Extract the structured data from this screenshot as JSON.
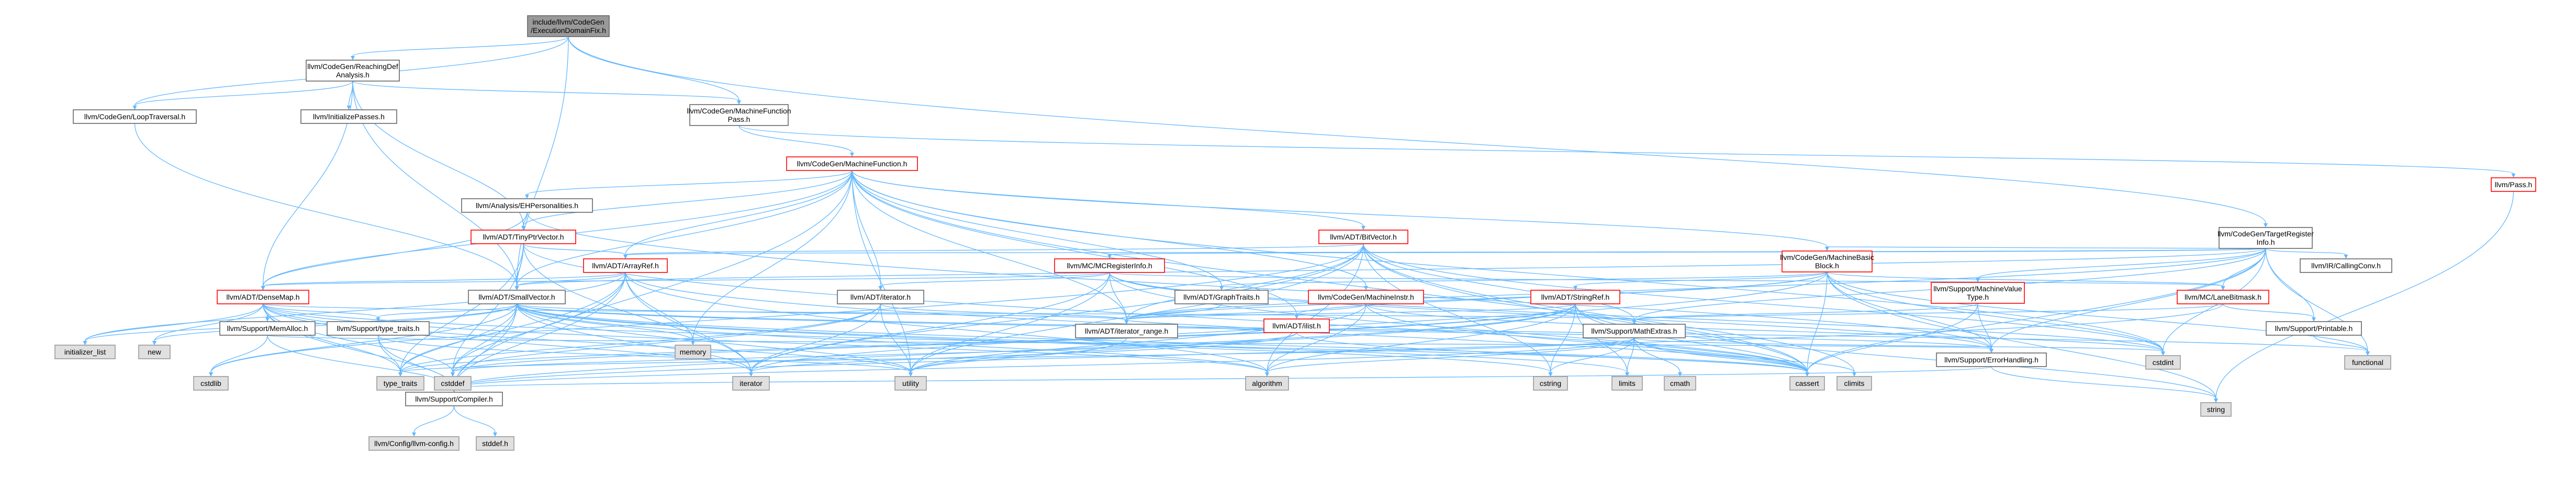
{
  "graph": {
    "colors": {
      "background": "#ffffff",
      "root_fill": "#999999",
      "header_fill": "#ffffff",
      "header_border": "#666666",
      "missing_border": "#ff0000",
      "system_fill": "#e0e0e0",
      "system_border": "#999999",
      "edge": "#63b8ff",
      "text": "#000000"
    },
    "nodes": [
      {
        "id": "root",
        "lines": [
          "include/llvm/CodeGen",
          "/ExecutionDomainFix.h"
        ],
        "style": "root"
      },
      {
        "id": "reachdef",
        "lines": [
          "llvm/CodeGen/ReachingDef",
          "Analysis.h"
        ],
        "style": "normal"
      },
      {
        "id": "looptrav",
        "lines": [
          "llvm/CodeGen/LoopTraversal.h"
        ],
        "style": "normal"
      },
      {
        "id": "initpasses",
        "lines": [
          "llvm/InitializePasses.h"
        ],
        "style": "normal"
      },
      {
        "id": "mfpass",
        "lines": [
          "llvm/CodeGen/MachineFunction",
          "Pass.h"
        ],
        "style": "normal"
      },
      {
        "id": "mf",
        "lines": [
          "llvm/CodeGen/MachineFunction.h"
        ],
        "style": "red"
      },
      {
        "id": "tri",
        "lines": [
          "llvm/CodeGen/TargetRegister",
          "Info.h"
        ],
        "style": "normal"
      },
      {
        "id": "pass",
        "lines": [
          "llvm/Pass.h"
        ],
        "style": "red"
      },
      {
        "id": "ehpers",
        "lines": [
          "llvm/Analysis/EHPersonalities.h"
        ],
        "style": "normal"
      },
      {
        "id": "tinyptr",
        "lines": [
          "llvm/ADT/TinyPtrVector.h"
        ],
        "style": "red"
      },
      {
        "id": "bitvector",
        "lines": [
          "llvm/ADT/BitVector.h"
        ],
        "style": "red"
      },
      {
        "id": "mcreginfo",
        "lines": [
          "llvm/MC/MCRegisterInfo.h"
        ],
        "style": "red"
      },
      {
        "id": "arrayref",
        "lines": [
          "llvm/ADT/ArrayRef.h"
        ],
        "style": "red"
      },
      {
        "id": "densemap",
        "lines": [
          "llvm/ADT/DenseMap.h"
        ],
        "style": "red"
      },
      {
        "id": "smallvector",
        "lines": [
          "llvm/ADT/SmallVector.h"
        ],
        "style": "normal"
      },
      {
        "id": "iterator",
        "lines": [
          "llvm/ADT/iterator.h"
        ],
        "style": "normal"
      },
      {
        "id": "graphtraits",
        "lines": [
          "llvm/ADT/GraphTraits.h"
        ],
        "style": "normal"
      },
      {
        "id": "ilist",
        "lines": [
          "llvm/ADT/ilist.h"
        ],
        "style": "red"
      },
      {
        "id": "machineinstr",
        "lines": [
          "llvm/CodeGen/MachineInstr.h"
        ],
        "style": "red"
      },
      {
        "id": "stringref",
        "lines": [
          "llvm/ADT/StringRef.h"
        ],
        "style": "red"
      },
      {
        "id": "mbb",
        "lines": [
          "llvm/CodeGen/MachineBasic",
          "Block.h"
        ],
        "style": "red"
      },
      {
        "id": "mvt",
        "lines": [
          "llvm/Support/MachineValue",
          "Type.h"
        ],
        "style": "red"
      },
      {
        "id": "lanebitmask",
        "lines": [
          "llvm/MC/LaneBitmask.h"
        ],
        "style": "red"
      },
      {
        "id": "callingconv",
        "lines": [
          "llvm/IR/CallingConv.h"
        ],
        "style": "normal"
      },
      {
        "id": "printable",
        "lines": [
          "llvm/Support/Printable.h"
        ],
        "style": "normal"
      },
      {
        "id": "memalloc",
        "lines": [
          "llvm/Support/MemAlloc.h"
        ],
        "style": "normal"
      },
      {
        "id": "typetraits_llvm",
        "lines": [
          "llvm/Support/type_traits.h"
        ],
        "style": "normal"
      },
      {
        "id": "iterrange",
        "lines": [
          "llvm/ADT/iterator_range.h"
        ],
        "style": "normal"
      },
      {
        "id": "mathextras",
        "lines": [
          "llvm/Support/MathExtras.h"
        ],
        "style": "normal"
      },
      {
        "id": "errhandling",
        "lines": [
          "llvm/Support/ErrorHandling.h"
        ],
        "style": "normal"
      },
      {
        "id": "compiler",
        "lines": [
          "llvm/Support/Compiler.h"
        ],
        "style": "normal"
      },
      {
        "id": "config",
        "lines": [
          "llvm/Config/llvm-config.h"
        ],
        "style": "system"
      },
      {
        "id": "stddef",
        "lines": [
          "stddef.h"
        ],
        "style": "system"
      },
      {
        "id": "initlist",
        "lines": [
          "initializer_list"
        ],
        "style": "system"
      },
      {
        "id": "new",
        "lines": [
          "new"
        ],
        "style": "system"
      },
      {
        "id": "cstdlib",
        "lines": [
          "cstdlib"
        ],
        "style": "system"
      },
      {
        "id": "type_traits",
        "lines": [
          "type_traits"
        ],
        "style": "system"
      },
      {
        "id": "cstddef",
        "lines": [
          "cstddef"
        ],
        "style": "system"
      },
      {
        "id": "memory",
        "lines": [
          "memory"
        ],
        "style": "system"
      },
      {
        "id": "iterator_sys",
        "lines": [
          "iterator"
        ],
        "style": "system"
      },
      {
        "id": "utility",
        "lines": [
          "utility"
        ],
        "style": "system"
      },
      {
        "id": "algorithm",
        "lines": [
          "algorithm"
        ],
        "style": "system"
      },
      {
        "id": "cstring",
        "lines": [
          "cstring"
        ],
        "style": "system"
      },
      {
        "id": "limits",
        "lines": [
          "limits"
        ],
        "style": "system"
      },
      {
        "id": "cmath",
        "lines": [
          "cmath"
        ],
        "style": "system"
      },
      {
        "id": "cassert",
        "lines": [
          "cassert"
        ],
        "style": "system"
      },
      {
        "id": "climits",
        "lines": [
          "climits"
        ],
        "style": "system"
      },
      {
        "id": "cstdint",
        "lines": [
          "cstdint"
        ],
        "style": "system"
      },
      {
        "id": "string",
        "lines": [
          "string"
        ],
        "style": "system"
      },
      {
        "id": "functional",
        "lines": [
          "functional"
        ],
        "style": "system"
      }
    ],
    "edges": [
      [
        "root",
        "reachdef"
      ],
      [
        "root",
        "looptrav"
      ],
      [
        "root",
        "mfpass"
      ],
      [
        "root",
        "tri"
      ],
      [
        "root",
        "smallvector"
      ],
      [
        "reachdef",
        "looptrav"
      ],
      [
        "reachdef",
        "initpasses"
      ],
      [
        "reachdef",
        "mfpass"
      ],
      [
        "reachdef",
        "densemap"
      ],
      [
        "reachdef",
        "tinyptr"
      ],
      [
        "reachdef",
        "smallvector"
      ],
      [
        "looptrav",
        "smallvector"
      ],
      [
        "mfpass",
        "mf"
      ],
      [
        "mfpass",
        "pass"
      ],
      [
        "pass",
        "string"
      ],
      [
        "mf",
        "ehpers"
      ],
      [
        "mf",
        "tinyptr"
      ],
      [
        "mf",
        "arrayref"
      ],
      [
        "mf",
        "bitvector"
      ],
      [
        "mf",
        "densemap"
      ],
      [
        "mf",
        "smallvector"
      ],
      [
        "mf",
        "iterator"
      ],
      [
        "mf",
        "graphtraits"
      ],
      [
        "mf",
        "ilist"
      ],
      [
        "mf",
        "machineinstr"
      ],
      [
        "mf",
        "mbb"
      ],
      [
        "mf",
        "compiler"
      ],
      [
        "mf",
        "memory"
      ],
      [
        "mf",
        "utility"
      ],
      [
        "mf",
        "cassert"
      ],
      [
        "mf",
        "cstdint"
      ],
      [
        "mf",
        "iterrange"
      ],
      [
        "ehpers",
        "densemap"
      ],
      [
        "ehpers",
        "tinyptr"
      ],
      [
        "ehpers",
        "errhandling"
      ],
      [
        "tinyptr",
        "arrayref"
      ],
      [
        "tinyptr",
        "smallvector"
      ],
      [
        "tinyptr",
        "cassert"
      ],
      [
        "tinyptr",
        "cstddef"
      ],
      [
        "tinyptr",
        "iterator_sys"
      ],
      [
        "tinyptr",
        "type_traits"
      ],
      [
        "bitvector",
        "arrayref"
      ],
      [
        "bitvector",
        "iterrange"
      ],
      [
        "bitvector",
        "mathextras"
      ],
      [
        "bitvector",
        "algorithm"
      ],
      [
        "bitvector",
        "cassert"
      ],
      [
        "bitvector",
        "climits"
      ],
      [
        "bitvector",
        "cstdint"
      ],
      [
        "bitvector",
        "cstdlib"
      ],
      [
        "bitvector",
        "cstring"
      ],
      [
        "bitvector",
        "iterator_sys"
      ],
      [
        "bitvector",
        "utility"
      ],
      [
        "tri",
        "arrayref"
      ],
      [
        "tri",
        "smallvector"
      ],
      [
        "tri",
        "iterrange"
      ],
      [
        "tri",
        "mbb"
      ],
      [
        "tri",
        "mcreginfo"
      ],
      [
        "tri",
        "lanebitmask"
      ],
      [
        "tri",
        "mvt"
      ],
      [
        "tri",
        "printable"
      ],
      [
        "tri",
        "callingconv"
      ],
      [
        "tri",
        "mathextras"
      ],
      [
        "tri",
        "cassert"
      ],
      [
        "tri",
        "cstdint"
      ],
      [
        "tri",
        "functional"
      ],
      [
        "tri",
        "errhandling"
      ],
      [
        "mcreginfo",
        "densemap"
      ],
      [
        "mcreginfo",
        "iterator"
      ],
      [
        "mcreginfo",
        "iterrange"
      ],
      [
        "mcreginfo",
        "lanebitmask"
      ],
      [
        "mcreginfo",
        "errhandling"
      ],
      [
        "mcreginfo",
        "cassert"
      ],
      [
        "mcreginfo",
        "cstdint"
      ],
      [
        "mcreginfo",
        "iterator_sys"
      ],
      [
        "mcreginfo",
        "utility"
      ],
      [
        "arrayref",
        "smallvector"
      ],
      [
        "arrayref",
        "compiler"
      ],
      [
        "arrayref",
        "algorithm"
      ],
      [
        "arrayref",
        "array"
      ],
      [
        "arrayref",
        "cassert"
      ],
      [
        "arrayref",
        "cstddef"
      ],
      [
        "arrayref",
        "initlist"
      ],
      [
        "arrayref",
        "iterator_sys"
      ],
      [
        "arrayref",
        "memory"
      ],
      [
        "arrayref",
        "type_traits"
      ],
      [
        "arrayref",
        "densemap"
      ],
      [
        "densemap",
        "memalloc"
      ],
      [
        "densemap",
        "typetraits_llvm"
      ],
      [
        "densemap",
        "mathextras"
      ],
      [
        "densemap",
        "compiler"
      ],
      [
        "densemap",
        "algorithm"
      ],
      [
        "densemap",
        "cassert"
      ],
      [
        "densemap",
        "cstddef"
      ],
      [
        "densemap",
        "initlist"
      ],
      [
        "densemap",
        "iterator_sys"
      ],
      [
        "densemap",
        "new"
      ],
      [
        "densemap",
        "type_traits"
      ],
      [
        "densemap",
        "utility"
      ],
      [
        "smallvector",
        "compiler"
      ],
      [
        "smallvector",
        "typetraits_llvm"
      ],
      [
        "smallvector",
        "algorithm"
      ],
      [
        "smallvector",
        "cassert"
      ],
      [
        "smallvector",
        "cstddef"
      ],
      [
        "smallvector",
        "cstdlib"
      ],
      [
        "smallvector",
        "cstring"
      ],
      [
        "smallvector",
        "functional"
      ],
      [
        "smallvector",
        "initlist"
      ],
      [
        "smallvector",
        "iterator_sys"
      ],
      [
        "smallvector",
        "limits"
      ],
      [
        "smallvector",
        "memory"
      ],
      [
        "smallvector",
        "new"
      ],
      [
        "smallvector",
        "type_traits"
      ],
      [
        "smallvector",
        "utility"
      ],
      [
        "smallvector",
        "errhandling"
      ],
      [
        "smallvector",
        "iterrange"
      ],
      [
        "iterator",
        "iterrange"
      ],
      [
        "iterator",
        "cstddef"
      ],
      [
        "iterator",
        "iterator_sys"
      ],
      [
        "iterator",
        "type_traits"
      ],
      [
        "iterator",
        "utility"
      ],
      [
        "graphtraits",
        "iterrange"
      ],
      [
        "ilist",
        "iterrange"
      ],
      [
        "ilist",
        "cassert"
      ],
      [
        "ilist",
        "cstddef"
      ],
      [
        "ilist",
        "iterator_sys"
      ],
      [
        "machineinstr",
        "iterrange"
      ],
      [
        "machineinstr",
        "algorithm"
      ],
      [
        "machineinstr",
        "cassert"
      ],
      [
        "machineinstr",
        "cstdint"
      ],
      [
        "machineinstr",
        "utility"
      ],
      [
        "stringref",
        "iterrange"
      ],
      [
        "stringref",
        "compiler"
      ],
      [
        "stringref",
        "algorithm"
      ],
      [
        "stringref",
        "cassert"
      ],
      [
        "stringref",
        "cstddef"
      ],
      [
        "stringref",
        "cstring"
      ],
      [
        "stringref",
        "limits"
      ],
      [
        "stringref",
        "string"
      ],
      [
        "stringref",
        "type_traits"
      ],
      [
        "stringref",
        "utility"
      ],
      [
        "mbb",
        "iterrange"
      ],
      [
        "mbb",
        "graphtraits"
      ],
      [
        "mbb",
        "lanebitmask"
      ],
      [
        "mbb",
        "errhandling"
      ],
      [
        "mbb",
        "cassert"
      ],
      [
        "mbb",
        "cstdint"
      ],
      [
        "mbb",
        "functional"
      ],
      [
        "mbb",
        "iterator_sys"
      ],
      [
        "mbb",
        "string"
      ],
      [
        "mbb",
        "ilist"
      ],
      [
        "mbb",
        "stringref"
      ],
      [
        "mvt",
        "errhandling"
      ],
      [
        "mvt",
        "mathextras"
      ],
      [
        "mvt",
        "cassert"
      ],
      [
        "lanebitmask",
        "compiler"
      ],
      [
        "lanebitmask",
        "mathextras"
      ],
      [
        "lanebitmask",
        "printable"
      ],
      [
        "printable",
        "functional"
      ],
      [
        "memalloc",
        "compiler"
      ],
      [
        "memalloc",
        "errhandling"
      ],
      [
        "memalloc",
        "cstdlib"
      ],
      [
        "typetraits_llvm",
        "compiler"
      ],
      [
        "typetraits_llvm",
        "type_traits"
      ],
      [
        "typetraits_llvm",
        "utility"
      ],
      [
        "iterrange",
        "utility"
      ],
      [
        "mathextras",
        "compiler"
      ],
      [
        "mathextras",
        "algorithm"
      ],
      [
        "mathextras",
        "cassert"
      ],
      [
        "mathextras",
        "climits"
      ],
      [
        "mathextras",
        "cmath"
      ],
      [
        "mathextras",
        "cstdint"
      ],
      [
        "mathextras",
        "cstring"
      ],
      [
        "mathextras",
        "limits"
      ],
      [
        "mathextras",
        "type_traits"
      ],
      [
        "errhandling",
        "compiler"
      ],
      [
        "errhandling",
        "string"
      ],
      [
        "compiler",
        "config"
      ],
      [
        "compiler",
        "stddef"
      ]
    ]
  }
}
